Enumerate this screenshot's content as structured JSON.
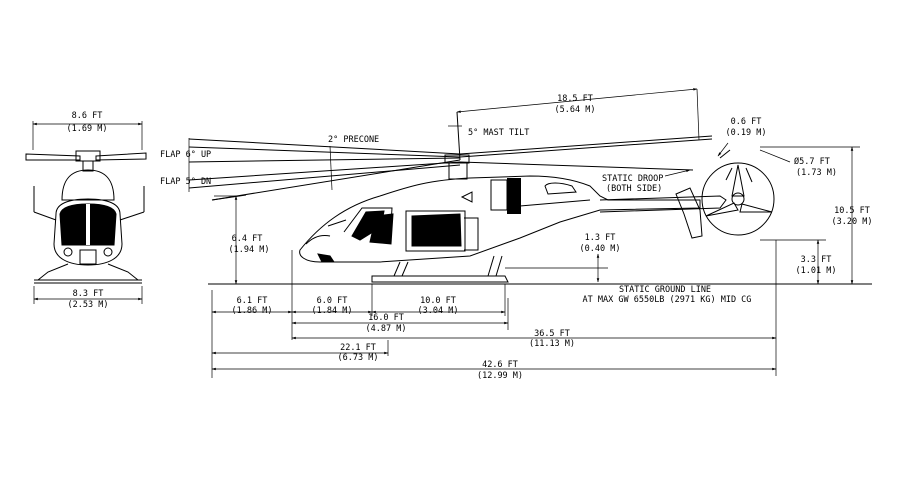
{
  "front_view": {
    "rotor_width": "8.6 FT",
    "rotor_width_m": "(1.69 M)",
    "skid_width": "8.3 FT",
    "skid_width_m": "(2.53 M)"
  },
  "side_view": {
    "rotor_diameter": "18.5 FT",
    "rotor_diameter_m": "(5.64 M)",
    "mast_tilt": "5° MAST TILT",
    "precone": "2° PRECONE",
    "flap_up": "FLAP 6° UP",
    "flap_dn": "FLAP 5° DN",
    "static_droop": "STATIC DROOP",
    "static_droop_note": "(BOTH SIDE)",
    "tail_clear": "0.6 FT",
    "tail_clear_m": "(0.19 M)",
    "tail_rotor_dia": "Ø5.7 FT",
    "tail_rotor_dia_m": "(1.73 M)",
    "overall_height": "10.5 FT",
    "overall_height_m": "(3.20 M)",
    "tail_rotor_height": "3.3 FT",
    "tail_rotor_height_m": "(1.01 M)",
    "cabin_height": "6.4 FT",
    "cabin_height_m": "(1.94 M)",
    "skid_height": "1.3 FT",
    "skid_height_m": "(0.40 M)",
    "ground_line": "STATIC GROUND LINE",
    "ground_note": "AT MAX GW 6550LB (2971 KG) MID CG"
  },
  "bottom_dims": {
    "d1": "6.1 FT",
    "d1m": "(1.86 M)",
    "d2": "6.0 FT",
    "d2m": "(1.84 M)",
    "d3": "10.0 FT",
    "d3m": "(3.04 M)",
    "d4": "16.0 FT",
    "d4m": "(4.87 M)",
    "d5": "36.5 FT",
    "d5m": "(11.13 M)",
    "d6": "22.1 FT",
    "d6m": "(6.73 M)",
    "d7": "42.6 FT",
    "d7m": "(12.99 M)"
  }
}
